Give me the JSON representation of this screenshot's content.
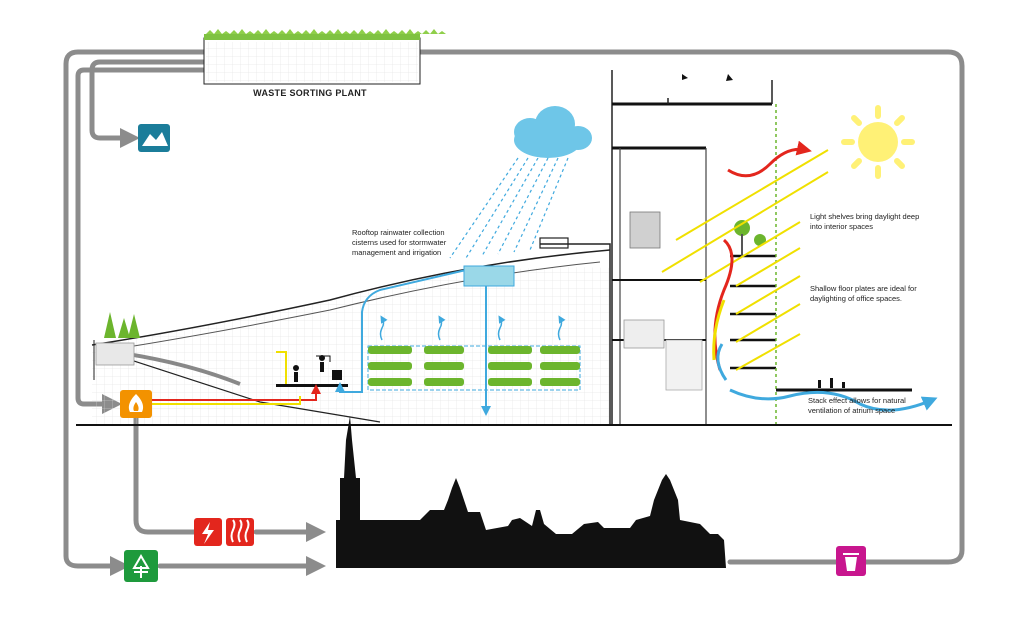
{
  "waste_plant": {
    "title": "WASTE SORTING PLANT"
  },
  "annotations": {
    "rainwater": [
      "Rooftop rainwater collection",
      "cisterns used for stormwater",
      "management and irrigation"
    ],
    "light_shelves": [
      "Light shelves bring daylight deep",
      "into interior spaces"
    ],
    "floor_plates": [
      "Shallow floor plates are ideal for",
      "daylighting of office spaces."
    ],
    "stack_effect": [
      "Stack effect allows for natural",
      "ventilation of atrium space"
    ]
  },
  "icons": [
    {
      "name": "landfill-icon",
      "color": "#1b7d9a"
    },
    {
      "name": "fire-icon",
      "color": "#f39200"
    },
    {
      "name": "electricity-icon",
      "color": "#e3261d"
    },
    {
      "name": "heat-icon",
      "color": "#e3261d"
    },
    {
      "name": "recycle-icon",
      "color": "#1e9a3c"
    },
    {
      "name": "trash-bin-icon",
      "color": "#c8168e"
    }
  ],
  "colors": {
    "flow_arrows": "#8c8c8c",
    "water": "#3fa9de",
    "sunlight": "#f0e000",
    "warm_air": "#e3261d",
    "greenery": "#6cb52d",
    "sun": "#fff176"
  }
}
